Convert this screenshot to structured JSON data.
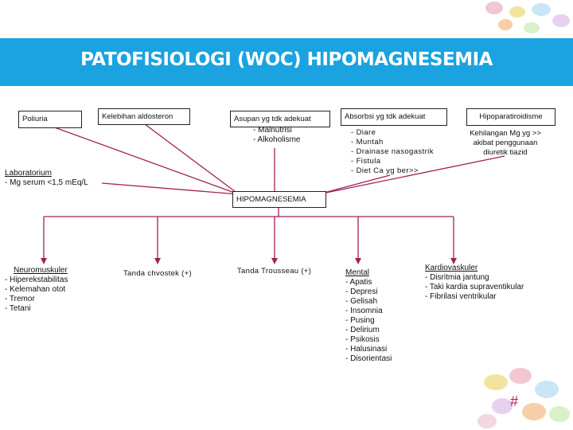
{
  "title": "PATOFISIOLOGI (WOC) HIPOMAGNESEMIA",
  "colors": {
    "banner": "#1aa3e0",
    "title_text": "#ffffff",
    "connector": "#a0205a"
  },
  "causes": {
    "poliuria": "Poliuria",
    "kelebihan_aldosteron": "Kelebihan aldosteron",
    "asupan": "Asupan yg tdk adekuat",
    "asupan_items": [
      "- Malnutrisi",
      "- Alkoholisme"
    ],
    "absorbsi": "Absorbsi yg tdk adekuat",
    "absorbsi_items": [
      "- Diare",
      "- Muntah",
      "- Drainase nasogastrik",
      "- Fistula",
      "- Diet Ca yg ber>>"
    ],
    "hipoparatiroidisme": "Hipoparatiroidisme",
    "hipopara_note": [
      "Kehilangan Mg yg >>",
      "akibat penggunaan",
      "diuretik tiazid"
    ]
  },
  "laboratorium": {
    "label": "Laboratorium",
    "value": "- Mg serum <1,5 mEq/L"
  },
  "center": "HIPOMAGNESEMIA",
  "effects": {
    "neuromuskuler": {
      "title": "Neuromuskuler",
      "items": [
        "- Hiperekstabilitas",
        "- Kelemahan otot",
        "- Tremor",
        "- Tetani"
      ]
    },
    "chvostek": "Tanda chvostek (+)",
    "trousseau": "Tanda Trousseau (+)",
    "mental": {
      "title": "Mental",
      "items": [
        "- Apatis",
        "- Depresi",
        "- Gelisah",
        "- Insomnia",
        "- Pusing",
        "- Delirium",
        "- Psikosis",
        "- Halusinasi",
        "- Disorientasi"
      ]
    },
    "kardiovaskuler": {
      "title": "Kardiovaskuler",
      "items": [
        "- Disritmia jantung",
        "- Taki kardia supraventikular",
        "- Fibrilasi ventrikular"
      ]
    }
  },
  "page_mark": "#"
}
